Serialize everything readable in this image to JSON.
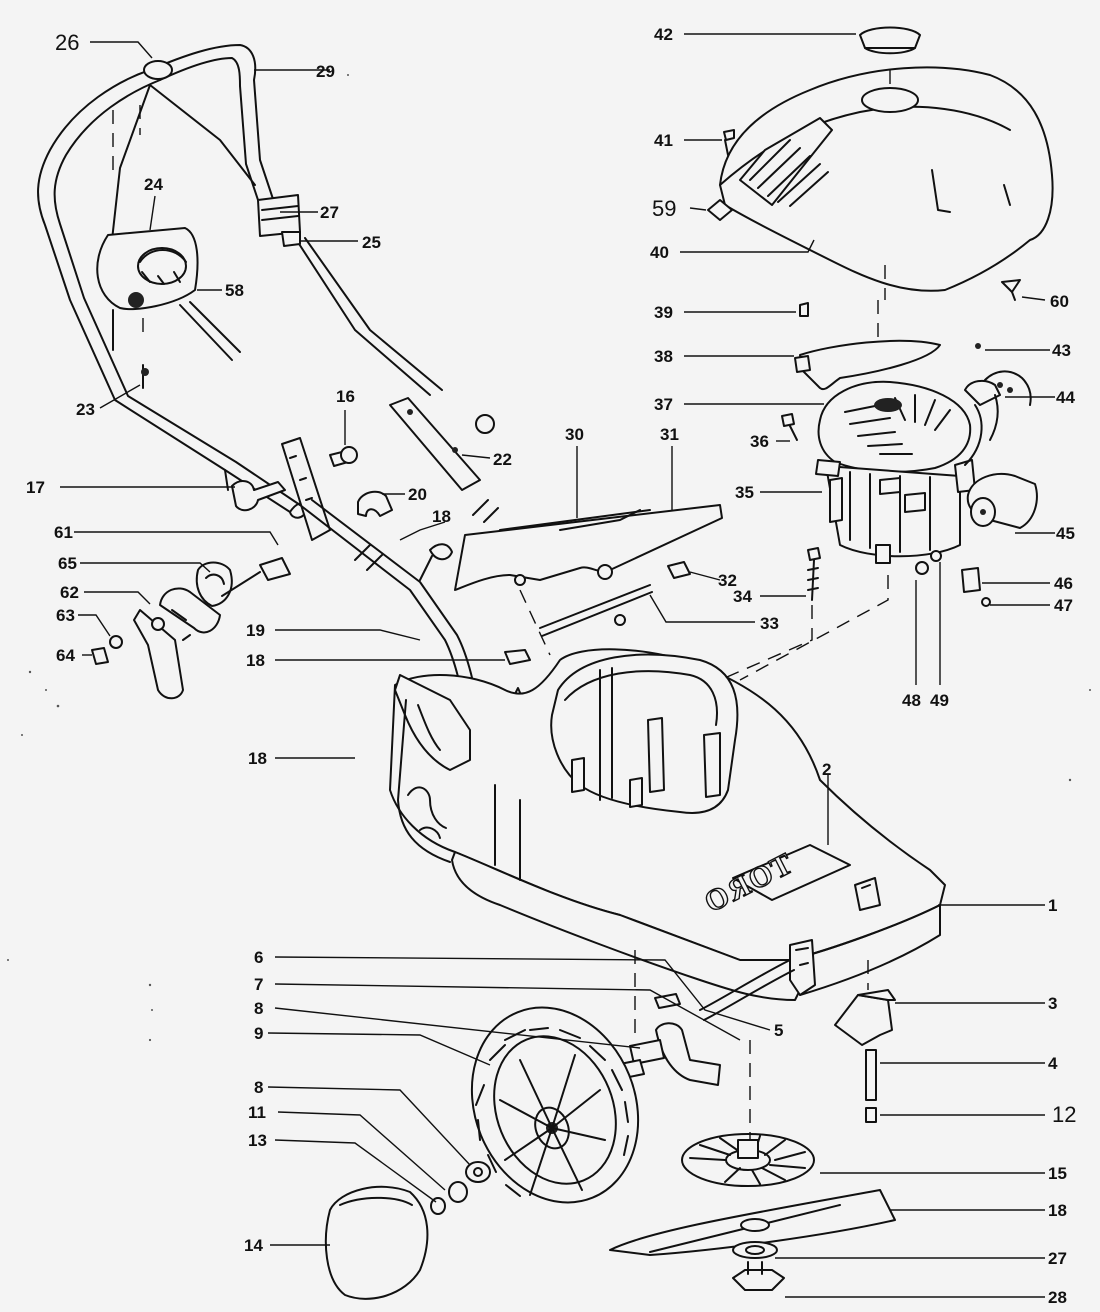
{
  "diagram": {
    "brand_text": "TORO",
    "callouts": [
      {
        "id": "c1",
        "text": "1"
      },
      {
        "id": "c2",
        "text": "2"
      },
      {
        "id": "c3",
        "text": "3"
      },
      {
        "id": "c4",
        "text": "4"
      },
      {
        "id": "c5",
        "text": "5"
      },
      {
        "id": "c6",
        "text": "6"
      },
      {
        "id": "c7",
        "text": "7"
      },
      {
        "id": "c8a",
        "text": "8"
      },
      {
        "id": "c8b",
        "text": "8"
      },
      {
        "id": "c9",
        "text": "9"
      },
      {
        "id": "c11",
        "text": "11"
      },
      {
        "id": "c12",
        "text": "12"
      },
      {
        "id": "c13",
        "text": "13"
      },
      {
        "id": "c14",
        "text": "14"
      },
      {
        "id": "c15",
        "text": "15"
      },
      {
        "id": "c16",
        "text": "16"
      },
      {
        "id": "c17",
        "text": "17"
      },
      {
        "id": "c18a",
        "text": "18"
      },
      {
        "id": "c18b",
        "text": "18"
      },
      {
        "id": "c18c",
        "text": "18"
      },
      {
        "id": "c18d",
        "text": "18"
      },
      {
        "id": "c19",
        "text": "19"
      },
      {
        "id": "c20",
        "text": "20"
      },
      {
        "id": "c22",
        "text": "22"
      },
      {
        "id": "c23",
        "text": "23"
      },
      {
        "id": "c24",
        "text": "24"
      },
      {
        "id": "c25",
        "text": "25"
      },
      {
        "id": "c26",
        "text": "26"
      },
      {
        "id": "c27a",
        "text": "27"
      },
      {
        "id": "c27b",
        "text": "27"
      },
      {
        "id": "c28",
        "text": "28"
      },
      {
        "id": "c29",
        "text": "29"
      },
      {
        "id": "c30",
        "text": "30"
      },
      {
        "id": "c31",
        "text": "31"
      },
      {
        "id": "c32",
        "text": "32"
      },
      {
        "id": "c33",
        "text": "33"
      },
      {
        "id": "c34",
        "text": "34"
      },
      {
        "id": "c35",
        "text": "35"
      },
      {
        "id": "c36",
        "text": "36"
      },
      {
        "id": "c37",
        "text": "37"
      },
      {
        "id": "c38",
        "text": "38"
      },
      {
        "id": "c39",
        "text": "39"
      },
      {
        "id": "c40",
        "text": "40"
      },
      {
        "id": "c41",
        "text": "41"
      },
      {
        "id": "c42",
        "text": "42"
      },
      {
        "id": "c43",
        "text": "43"
      },
      {
        "id": "c44",
        "text": "44"
      },
      {
        "id": "c45",
        "text": "45"
      },
      {
        "id": "c46",
        "text": "46"
      },
      {
        "id": "c47",
        "text": "47"
      },
      {
        "id": "c48",
        "text": "48"
      },
      {
        "id": "c49",
        "text": "49"
      },
      {
        "id": "c58",
        "text": "58"
      },
      {
        "id": "c59",
        "text": "59"
      },
      {
        "id": "c60",
        "text": "60"
      },
      {
        "id": "c61",
        "text": "61"
      },
      {
        "id": "c62",
        "text": "62"
      },
      {
        "id": "c63",
        "text": "63"
      },
      {
        "id": "c64",
        "text": "64"
      },
      {
        "id": "c65",
        "text": "65"
      }
    ]
  }
}
